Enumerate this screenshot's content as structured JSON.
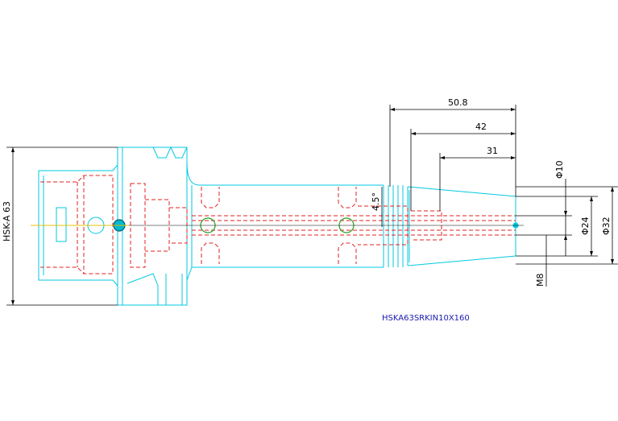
{
  "drawing": {
    "part_number": "HSKA63SRKIN10X160",
    "dimensions": {
      "overall_length": "50.8",
      "mid_length": "42",
      "short_length": "31",
      "shank_label": "HSK-A 63",
      "chamfer_angle": "4.5°",
      "bore_diameter": "Φ10",
      "inner_diameter": "Φ24",
      "outer_diameter": "Φ32",
      "thread": "M8"
    },
    "colors": {
      "outline": "#00c8e0",
      "hidden": "#e02020",
      "center": "#20a020",
      "dimension": "#000000",
      "caption": "#1a1ab0",
      "axis": "#e8c000"
    }
  }
}
